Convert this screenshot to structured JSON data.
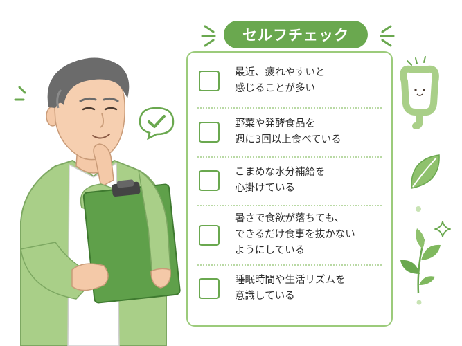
{
  "title": "セルフチェック",
  "colors": {
    "accent": "#6aa84f",
    "card_border": "#9ccb7b",
    "cardigan": "#a9cf88",
    "clipboard": "#5fa04a"
  },
  "checklist": [
    {
      "text": "最近、疲れやすいと\n感じることが多い",
      "checked": false
    },
    {
      "text": "野菜や発酵食品を\n週に3回以上食べている",
      "checked": false
    },
    {
      "text": "こまめな水分補給を\n心掛けている",
      "checked": false
    },
    {
      "text": "暑さで食欲が落ちても、\nできるだけ食事を抜かない\nようにしている",
      "checked": false
    },
    {
      "text": "睡眠時間や生活リズムを\n意識している",
      "checked": false
    }
  ],
  "illustrations": {
    "person": "man-with-clipboard",
    "speech_bubble_icon": "checkmark-icon",
    "side_icons": [
      "intestine-icon",
      "leaf-icon",
      "sparkle-icon",
      "plant-icon"
    ]
  }
}
